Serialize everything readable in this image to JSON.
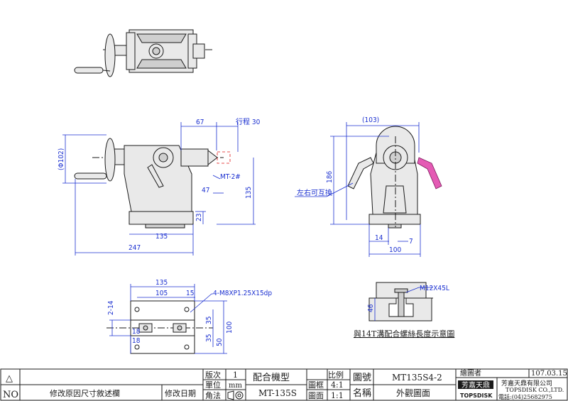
{
  "dimensions": {
    "d67": "67",
    "stroke_label": "行程 30",
    "d103": "(103)",
    "d102": "(Φ102)",
    "mt2": "MT-2#",
    "d47": "47",
    "d135v": "135",
    "d186": "186",
    "d23": "23",
    "d135h": "135",
    "d247": "247",
    "d14": "14",
    "d7": "7",
    "d100": "100",
    "swap_note": "左右可互換",
    "b135": "135",
    "b105": "105",
    "b15": "15",
    "bolt_note": "4-M8XP1.25X15dp",
    "b2_14": "2-14",
    "b35a": "35",
    "b100": "100",
    "b18a": "18",
    "b18b": "18",
    "b35b": "35",
    "b50": "50",
    "m12": "M12X45L",
    "d46": "46",
    "tslot_caption": "與14T溝配合螺絲長度示意圖"
  },
  "title_block": {
    "triangle": "△",
    "no": "NO",
    "revision_desc": "修改原因尺寸敘述欄",
    "revision_date": "修改日期",
    "edition_label": "版次",
    "edition_value": "1",
    "unit_label": "單位",
    "unit_value": "mm",
    "angle_label": "角法",
    "machine_label": "配合機型",
    "machine_value": "MT-135S",
    "ratio_label": "比例",
    "frame_label": "圖框",
    "frame_value": "4:1",
    "sheet_label": "圖面",
    "sheet_value": "1:1",
    "drawing_no_label": "圖號",
    "drawing_no_value": "MT135S4-2",
    "name_label": "名稱",
    "name_value": "外觀圖面",
    "drawer_label": "繪圖者",
    "date_value": "107.03.15",
    "company_cn": "芳嘉天鼎有限公司",
    "company_en": "TOPSDISK CO.,LTD.",
    "phone": "電話:(04)25682975",
    "logo_cn": "芳嘉天鼎",
    "logo_en": "TOPSDISK"
  }
}
